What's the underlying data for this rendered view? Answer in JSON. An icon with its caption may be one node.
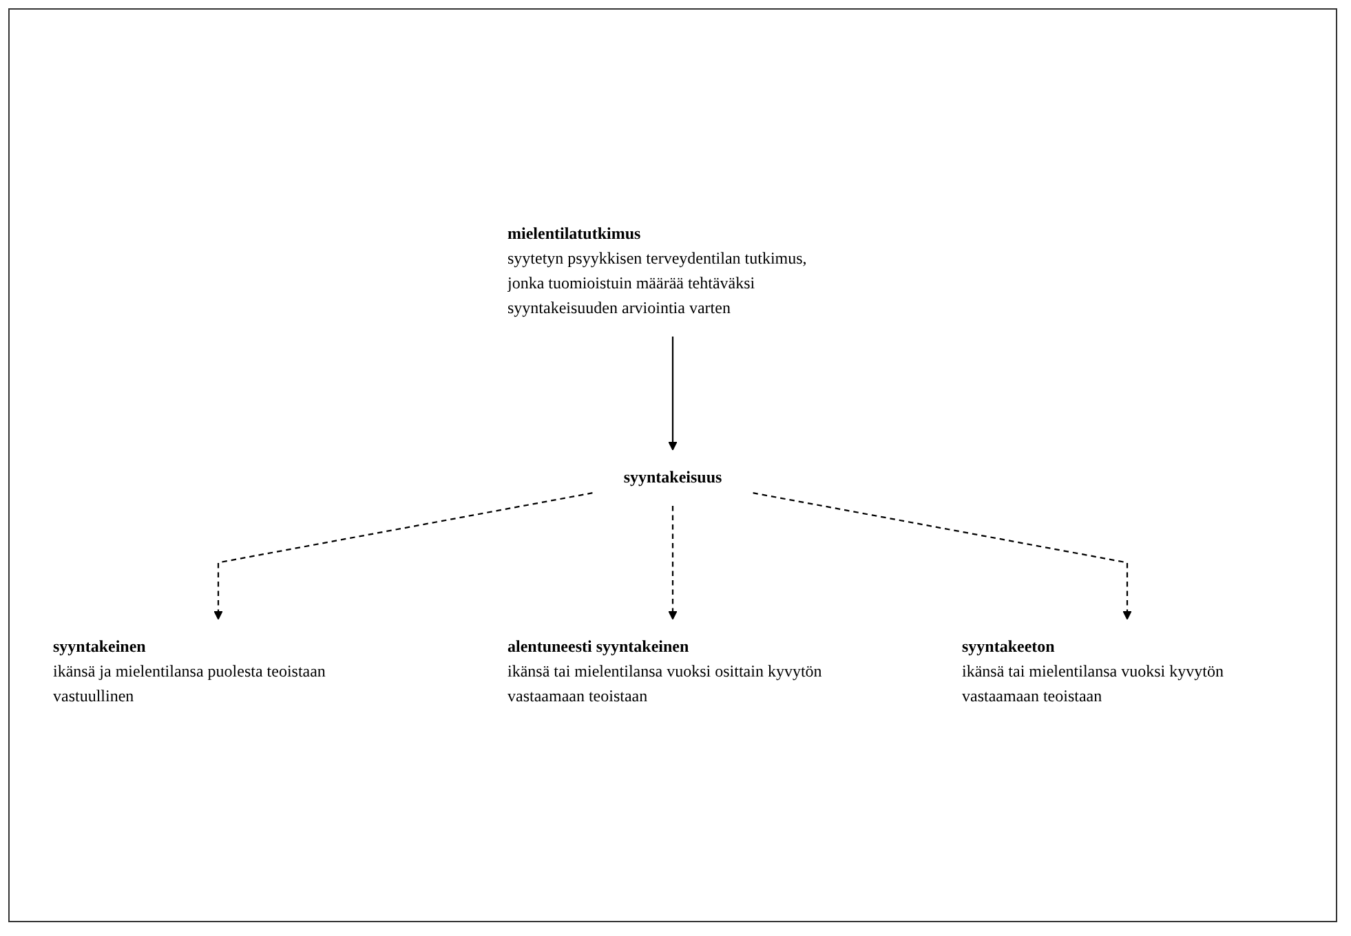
{
  "diagram": {
    "nodes": [
      {
        "text": [
          "mielentilatutkimus",
          "syytetyn psyykkisen terveydentilan tutkimus, jonka tuomioistuin määrää tehtäväksi syyntakeisuuden arviointia varten"
        ]
      },
      {
        "text": [
          "syyntakeisuus"
        ]
      },
      {
        "text": [
          "syyntakeinen",
          "ikänsä ja mielentilansa puolesta teoistaan vastuullinen"
        ]
      },
      {
        "text": [
          "alentuneesti syyntakeinen",
          "ikänsä tai mielentilansa vuoksi osittain kyvytön vastaamaan teoistaan"
        ]
      },
      {
        "text": [
          "syyntakeeton",
          "ikänsä tai mielentilansa vuoksi kyvytön vastaamaan teoistaan"
        ]
      }
    ],
    "edges": [
      {
        "from": 0,
        "to": 1,
        "arrow": "to"
      },
      {
        "from": 1,
        "to": 2,
        "arrow": "to",
        "style": "dashed"
      },
      {
        "from": 1,
        "to": 3,
        "arrow": "to",
        "style": "dashed"
      },
      {
        "from": 1,
        "to": 4,
        "arrow": "to",
        "style": "dashed"
      }
    ]
  }
}
